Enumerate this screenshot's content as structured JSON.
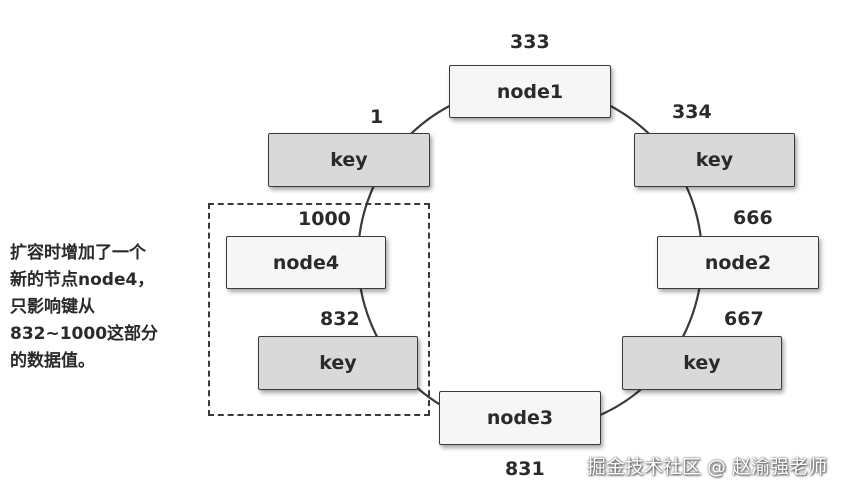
{
  "diagram": {
    "nodes": [
      {
        "id": "node1",
        "label": "node1",
        "position_value": "333"
      },
      {
        "id": "key-334",
        "label": "key",
        "position_value": "334"
      },
      {
        "id": "node2",
        "label": "node2",
        "position_value": "666"
      },
      {
        "id": "key-667",
        "label": "key",
        "position_value": "667"
      },
      {
        "id": "node3",
        "label": "node3",
        "position_value": "831"
      },
      {
        "id": "key-1",
        "label": "key",
        "position_value": "1"
      },
      {
        "id": "node4",
        "label": "node4",
        "position_value": "1000"
      },
      {
        "id": "key-832",
        "label": "key",
        "position_value": "832"
      }
    ],
    "note_lines": [
      "扩容时增加了一个",
      "新的节点node4，",
      "只影响键从",
      "832~1000这部分",
      "的数据值。"
    ],
    "watermark": "掘金技术社区 @ 赵渝强老师"
  },
  "colors": {
    "node_fill": "#f6f6f6",
    "key_fill": "#d9d9d9",
    "border": "#3a3a3a",
    "text": "#2a2a2a"
  }
}
